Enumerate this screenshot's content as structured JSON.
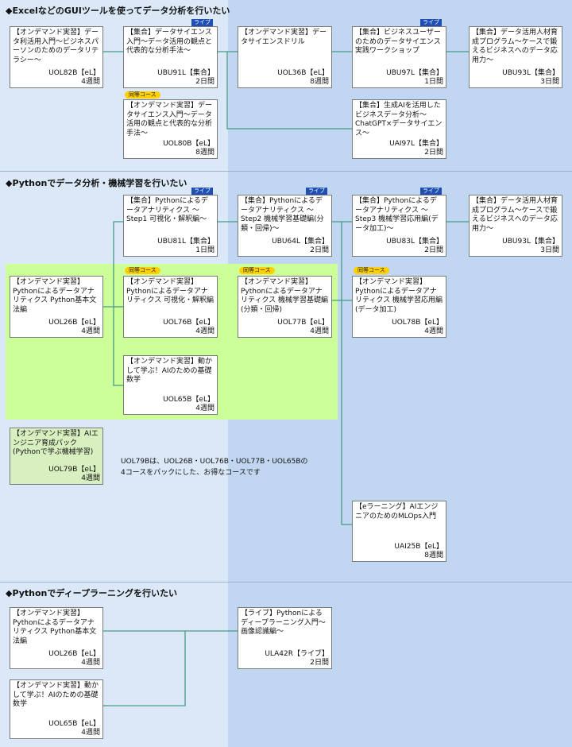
{
  "sections": [
    {
      "id": "s1",
      "title": "◆ExcelなどのGUIツールを使ってデータ分析を行いたい"
    },
    {
      "id": "s2",
      "title": "◆Pythonでデータ分析・機械学習を行いたい"
    },
    {
      "id": "s3",
      "title": "◆Pythonでディープラーニングを行いたい"
    }
  ],
  "tags": {
    "live": "ライブ",
    "same": "同等コース"
  },
  "courses": [
    {
      "id": "uol82b",
      "title": "【オンデマンド実習】データ利活用入門～ビジネスパーソンのためのデータリテラシー～",
      "code": "UOL82B【eL】",
      "duration": "4週間"
    },
    {
      "id": "ubu91l",
      "title": "【集合】データサイエンス入門～データ活用の観点と代表的な分析手法～",
      "code": "UBU91L【集合】",
      "duration": "2日間"
    },
    {
      "id": "uol36b",
      "title": "【オンデマンド実習】データサイエンスドリル",
      "code": "UOL36B【eL】",
      "duration": "8週間"
    },
    {
      "id": "ubu97l",
      "title": "【集合】ビジネスユーザーのためのデータサイエンス実践ワークショップ",
      "code": "UBU97L【集合】",
      "duration": "1日間"
    },
    {
      "id": "ubu93l_a",
      "title": "【集合】データ活用人材育成プログラム～ケースで鍛えるビジネスへのデータ応用力～",
      "code": "UBU93L【集合】",
      "duration": "3日間"
    },
    {
      "id": "uol80b",
      "title": "【オンデマンド実習】データサイエンス入門～データ活用の観点と代表的な分析手法～",
      "code": "UOL80B【eL】",
      "duration": "8週間"
    },
    {
      "id": "uai97l",
      "title": "【集合】生成AIを活用したビジネスデータ分析～ChatGPT×データサイエンス～",
      "code": "UAI97L【集合】",
      "duration": "2日間"
    },
    {
      "id": "ubu81l",
      "title": "【集合】Pythonによるデータアナリティクス ～Step1 可視化・解釈編～",
      "code": "UBU81L【集合】",
      "duration": "1日間"
    },
    {
      "id": "ubu64l",
      "title": "【集合】Pythonによるデータアナリティクス ～Step2 機械学習基礎編(分類・回帰)～",
      "code": "UBU64L【集合】",
      "duration": "2日間"
    },
    {
      "id": "ubu83l",
      "title": "【集合】Pythonによるデータアナリティクス ～Step3 機械学習応用編(データ加工)～",
      "code": "UBU83L【集合】",
      "duration": "2日間"
    },
    {
      "id": "ubu93l_b",
      "title": "【集合】データ活用人材育成プログラム～ケースで鍛えるビジネスへのデータ応用力～",
      "code": "UBU93L【集合】",
      "duration": "3日間"
    },
    {
      "id": "uol26b_a",
      "title": "【オンデマンド実習】Pythonによるデータアナリティクス Python基本文法編",
      "code": "UOL26B【eL】",
      "duration": "4週間"
    },
    {
      "id": "uol76b",
      "title": "【オンデマンド実習】Pythonによるデータアナリティクス 可視化・解釈編",
      "code": "UOL76B【eL】",
      "duration": "4週間"
    },
    {
      "id": "uol77b",
      "title": "【オンデマンド実習】Pythonによるデータアナリティクス 機械学習基礎編(分類・回帰)",
      "code": "UOL77B【eL】",
      "duration": "4週間"
    },
    {
      "id": "uol78b",
      "title": "【オンデマンド実習】Pythonによるデータアナリティクス 機械学習応用編(データ加工)",
      "code": "UOL78B【eL】",
      "duration": "4週間"
    },
    {
      "id": "uol65b_a",
      "title": "【オンデマンド実習】動かして学ぶ！AIのための基礎数学",
      "code": "UOL65B【eL】",
      "duration": "4週間"
    },
    {
      "id": "uol79b",
      "title": "【オンデマンド実習】AIエンジニア育成パック(Pythonで学ぶ機械学習)",
      "code": "UOL79B【eL】",
      "duration": "4週間"
    },
    {
      "id": "uai25b",
      "title": "【eラーニング】AIエンジニアのためのMLOps入門",
      "code": "UAI25B【eL】",
      "duration": "8週間"
    },
    {
      "id": "uol26b_b",
      "title": "【オンデマンド実習】Pythonによるデータアナリティクス Python基本文法編",
      "code": "UOL26B【eL】",
      "duration": "4週間"
    },
    {
      "id": "ula42r",
      "title": "【ライブ】Pythonによるディープラーニング入門～画像認識編～",
      "code": "ULA42R【ライブ】",
      "duration": "2日間"
    },
    {
      "id": "uol65b_b",
      "title": "【オンデマンド実習】動かして学ぶ！AIのための基礎数学",
      "code": "UOL65B【eL】",
      "duration": "4週間"
    }
  ],
  "note": {
    "line1": "UOL79Bは、UOL26B・UOL76B・UOL77B・UOL65Bの",
    "line2": "4コースをパックにした、お得なコースです"
  },
  "colors": {
    "left_bg": "#dbe8f8",
    "right_bg": "#c0d6f1",
    "highlight": "#ccff99",
    "pack": "#d8efbf",
    "live_tag": "#1f4eb4",
    "same_tag": "#ffd000",
    "connector": "#4a9a84"
  }
}
